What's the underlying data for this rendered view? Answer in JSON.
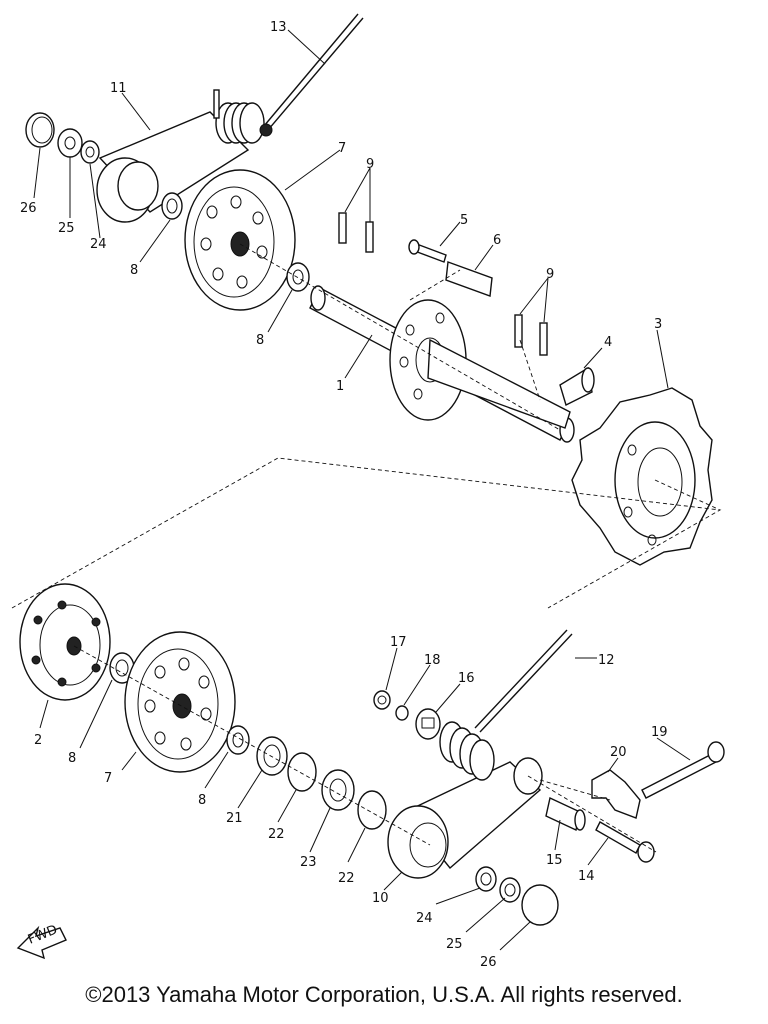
{
  "diagram": {
    "callouts": [
      {
        "id": "c13",
        "text": "13"
      },
      {
        "id": "c11",
        "text": "11"
      },
      {
        "id": "c7a",
        "text": "7"
      },
      {
        "id": "c9a",
        "text": "9"
      },
      {
        "id": "c26a",
        "text": "26"
      },
      {
        "id": "c25a",
        "text": "25"
      },
      {
        "id": "c24a",
        "text": "24"
      },
      {
        "id": "c8a",
        "text": "8"
      },
      {
        "id": "c5",
        "text": "5"
      },
      {
        "id": "c6",
        "text": "6"
      },
      {
        "id": "c8b",
        "text": "8"
      },
      {
        "id": "c9b",
        "text": "9"
      },
      {
        "id": "c3",
        "text": "3"
      },
      {
        "id": "c4",
        "text": "4"
      },
      {
        "id": "c1",
        "text": "1"
      },
      {
        "id": "c17",
        "text": "17"
      },
      {
        "id": "c18",
        "text": "18"
      },
      {
        "id": "c16",
        "text": "16"
      },
      {
        "id": "c12",
        "text": "12"
      },
      {
        "id": "c19",
        "text": "19"
      },
      {
        "id": "c20",
        "text": "20"
      },
      {
        "id": "c2",
        "text": "2"
      },
      {
        "id": "c8c",
        "text": "8"
      },
      {
        "id": "c7b",
        "text": "7"
      },
      {
        "id": "c8d",
        "text": "8"
      },
      {
        "id": "c21",
        "text": "21"
      },
      {
        "id": "c22a",
        "text": "22"
      },
      {
        "id": "c23",
        "text": "23"
      },
      {
        "id": "c22b",
        "text": "22"
      },
      {
        "id": "c15",
        "text": "15"
      },
      {
        "id": "c14",
        "text": "14"
      },
      {
        "id": "c10",
        "text": "10"
      },
      {
        "id": "c24b",
        "text": "24"
      },
      {
        "id": "c25b",
        "text": "25"
      },
      {
        "id": "c26b",
        "text": "26"
      }
    ],
    "fwd_label": "FWD"
  },
  "copyright": "©2013 Yamaha Motor Corporation, U.S.A. All rights reserved."
}
